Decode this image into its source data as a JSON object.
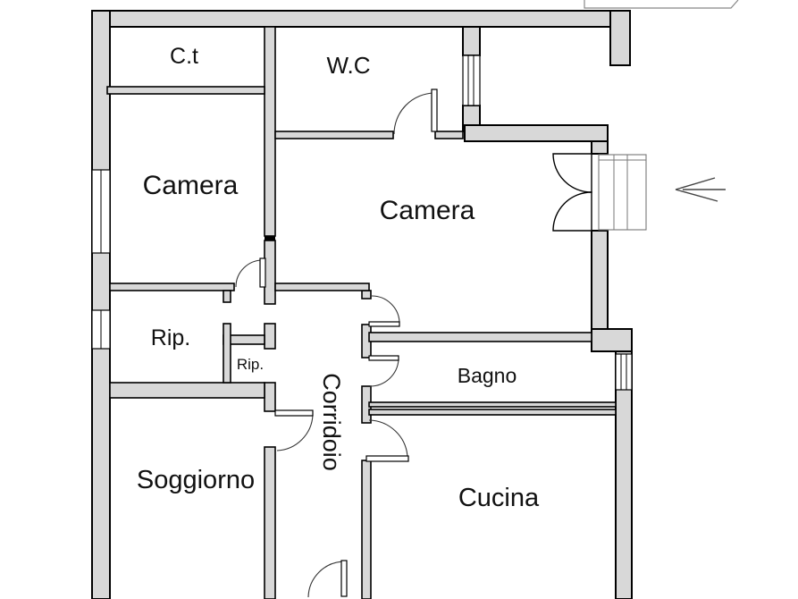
{
  "page": {
    "type": "apartment-floor-plan",
    "background": "#ffffff"
  },
  "colors": {
    "wall_fill": "#d8d8d8",
    "wall_outline": "#000000",
    "door_line": "#333333",
    "stair_line": "#777777",
    "arrow": "#444444"
  },
  "rooms": {
    "ct": {
      "label": "C.t"
    },
    "wc": {
      "label": "W.C"
    },
    "camera1": {
      "label": "Camera"
    },
    "camera2": {
      "label": "Camera"
    },
    "rip1": {
      "label": "Rip."
    },
    "rip2": {
      "label": "Rip."
    },
    "corridoio": {
      "label": "Corridoio"
    },
    "bagno": {
      "label": "Bagno"
    },
    "soggiorno": {
      "label": "Soggiorno"
    },
    "cucina": {
      "label": "Cucina"
    }
  },
  "icons": {
    "entrance_arrow": "left-arrow",
    "stairs": "stairs-steps",
    "doors": "quarter-circle-swing",
    "windows": "double-line-window"
  }
}
